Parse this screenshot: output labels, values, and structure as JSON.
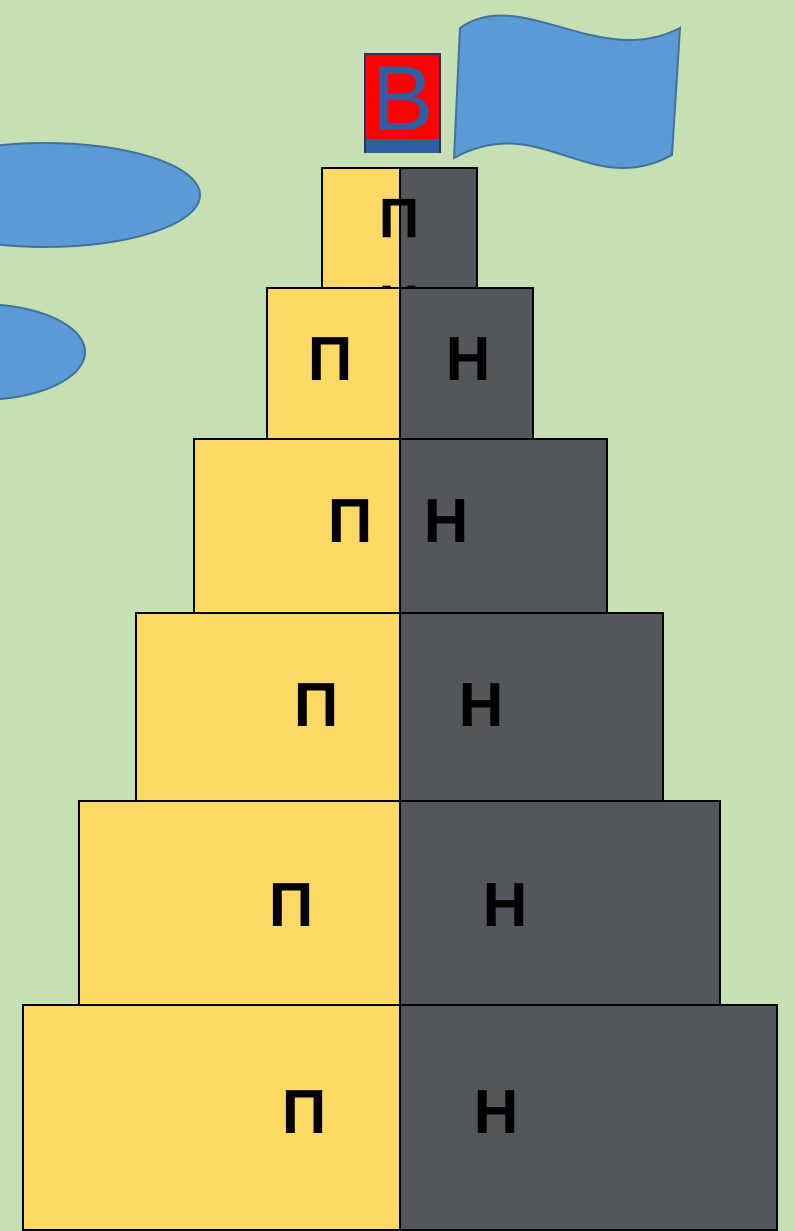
{
  "top_letter": "В",
  "tiers": [
    {
      "left": "П",
      "right": "Н"
    },
    {
      "left": "П",
      "right": "Н"
    },
    {
      "left": "П",
      "right": "Н"
    },
    {
      "left": "П",
      "right": "Н"
    },
    {
      "left": "П",
      "right": "Н"
    },
    {
      "left": "П",
      "right": "Н"
    }
  ],
  "colors": {
    "background": "#c6e0b4",
    "left_half": "#ffd966",
    "right_half": "#53575b",
    "flag": "#5b9bd5",
    "top_box": "#ff0000"
  }
}
